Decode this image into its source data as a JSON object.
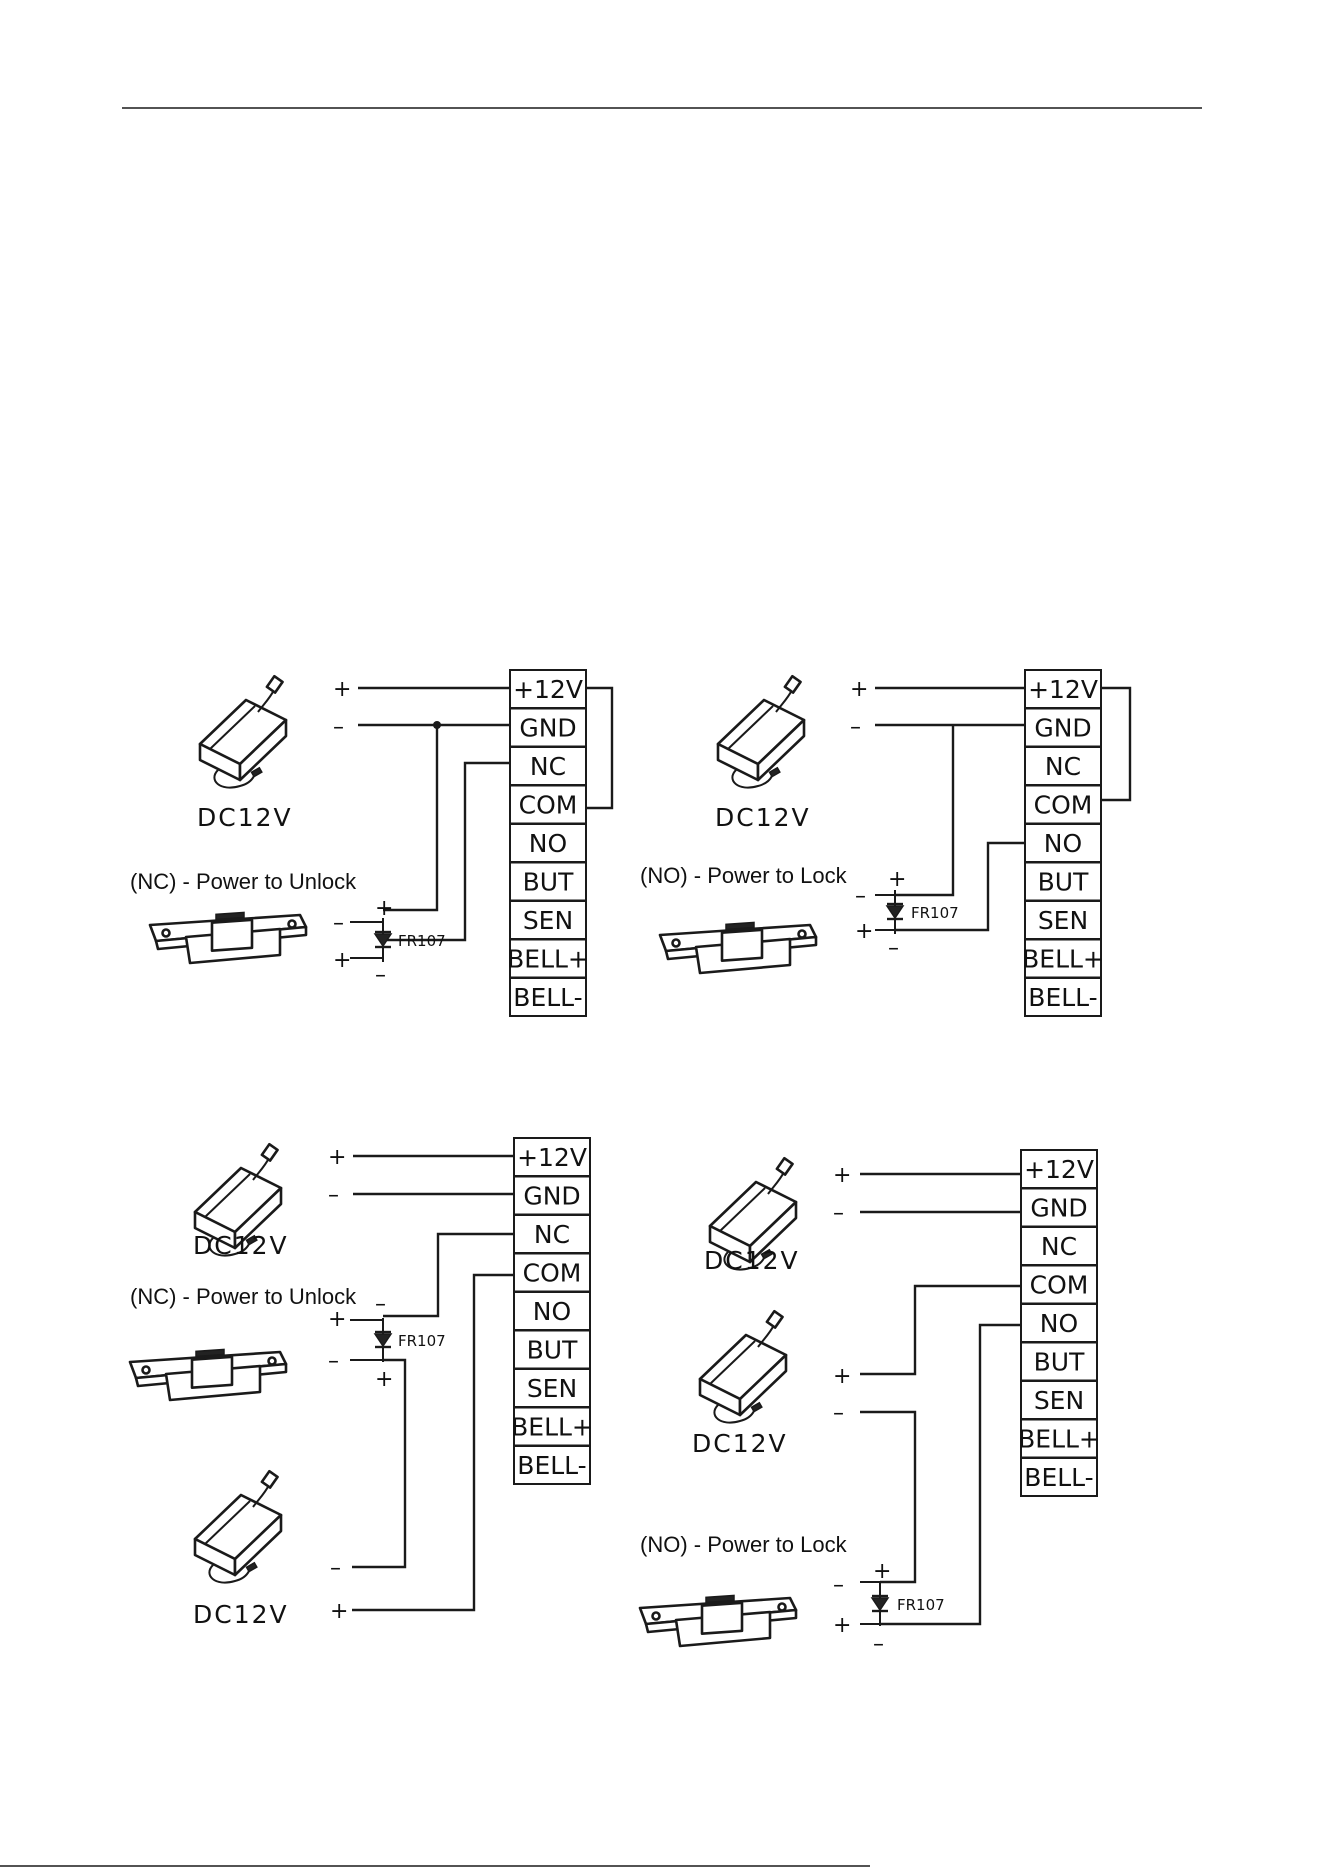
{
  "terminals": [
    "+12V",
    "GND",
    "NC",
    "COM",
    "NO",
    "BUT",
    "SEN",
    "BELL+",
    "BELL-"
  ],
  "power_supply_label": "DC12V",
  "diode_label": "FR107",
  "plus_sign": "+",
  "minus_sign": "–",
  "diagrams": [
    {
      "caption": "(NC) - Power to Unlock"
    },
    {
      "caption": "(NO) - Power to Lock"
    },
    {
      "caption": "(NC) - Power to Unlock"
    },
    {
      "caption": "(NO) - Power to Lock"
    }
  ]
}
